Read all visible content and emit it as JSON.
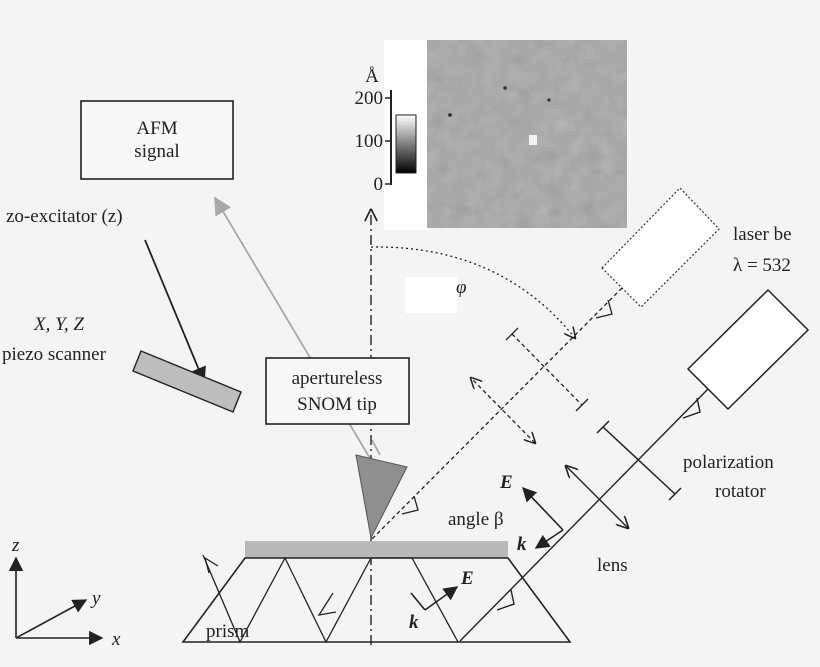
{
  "afm_box": {
    "line1": "AFM",
    "line2": "signal"
  },
  "scale_bar": {
    "unit": "Å",
    "ticks": [
      "200",
      "100",
      "0"
    ]
  },
  "labels": {
    "excitator": "zo-excitator (z)",
    "scanner_line1": "X, Y, Z",
    "scanner_line2": "piezo scanner",
    "tip_line1": "apertureless",
    "tip_line2": "SNOM tip",
    "phi": "φ",
    "laser_line1": "laser be",
    "laser_line2": "λ = 532",
    "polarization_line1": "polarization",
    "polarization_line2": "rotator",
    "angle": "angle β",
    "E_outer": "E",
    "k_outer": "k",
    "E_inner": "E",
    "k_inner": "k",
    "lens": "lens",
    "prism": "prism",
    "axis_z": "z",
    "axis_y": "y",
    "axis_x": "x"
  },
  "colors": {
    "line": "#222222",
    "grey_arrow": "#a8a8a8",
    "scanner_fill": "#bdbdbd",
    "tip_fill": "#8f8f8f",
    "sample_fill": "#b9b9b9",
    "afm_image_bg": "#a6a6a6"
  }
}
